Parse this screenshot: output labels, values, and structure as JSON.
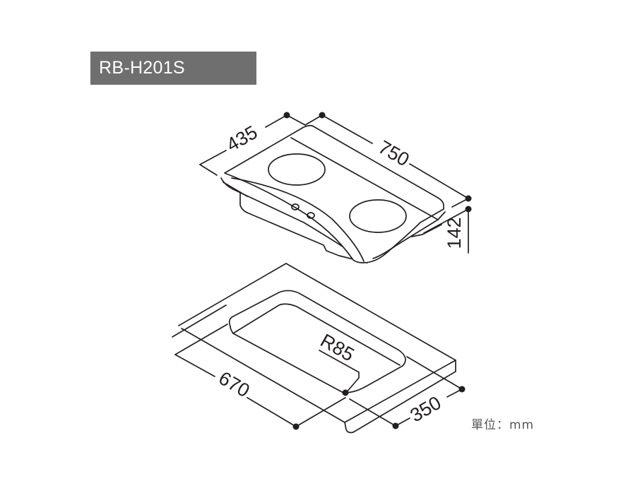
{
  "title": "RB-H201S",
  "unit": "單位：mm",
  "colors": {
    "title_bg": "#6f6f6f",
    "title_text": "#ffffff",
    "line": "#231f20",
    "unit_text": "#555555"
  },
  "product_view": {
    "description": "Isometric view of two-burner built-in cooktop",
    "dimensions": {
      "depth": "435",
      "width": "750",
      "height": "142"
    }
  },
  "cutout_view": {
    "description": "Isometric view of countertop cut-out",
    "dimensions": {
      "width": "670",
      "depth": "350",
      "corner_radius": "R85"
    }
  }
}
